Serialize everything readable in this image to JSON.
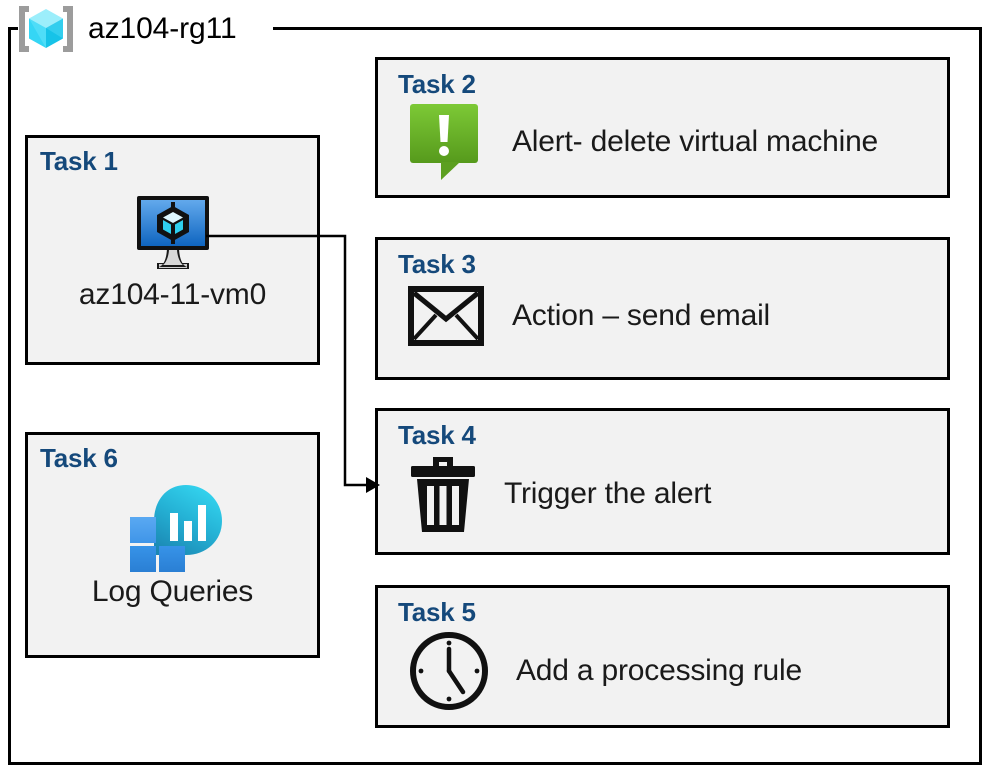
{
  "resource_group": {
    "name": "az104-rg11",
    "icon": "resource-group-cube-icon"
  },
  "colors": {
    "task_label": "#15497b",
    "box_fill": "#f2f2f2",
    "box_border": "#000000",
    "alert_green_light": "#76c62e",
    "alert_green_dark": "#5a9e1e",
    "vm_blue_light": "#4a9ee8",
    "vm_blue_dark": "#1268c3",
    "log_blue": "#2a8ae0",
    "log_blue_light": "#4fa3ef",
    "log_cyan": "#2ccce4",
    "log_teal": "#1b8bb5",
    "rg_cube_cyan": "#35d6f5",
    "rg_bracket_gray": "#9c9c9c",
    "page_background": "#ffffff"
  },
  "tasks": [
    {
      "id": "task1",
      "label": "Task 1",
      "text": "az104-11-vm0",
      "icon": "virtual-machine-icon",
      "layout": "left-column"
    },
    {
      "id": "task2",
      "label": "Task 2",
      "text": "Alert- delete virtual machine",
      "icon": "alert-exclamation-bubble-icon",
      "layout": "right-column"
    },
    {
      "id": "task3",
      "label": "Task 3",
      "text": "Action – send email",
      "icon": "envelope-icon",
      "layout": "right-column"
    },
    {
      "id": "task4",
      "label": "Task 4",
      "text": "Trigger the alert",
      "icon": "trash-can-icon",
      "layout": "right-column"
    },
    {
      "id": "task5",
      "label": "Task 5",
      "text": "Add a processing rule",
      "icon": "clock-icon",
      "layout": "right-column"
    },
    {
      "id": "task6",
      "label": "Task 6",
      "text": "Log Queries",
      "icon": "log-analytics-icon",
      "layout": "left-column"
    }
  ],
  "connector": {
    "from": "task1-virtual-machine-icon",
    "to": "task4",
    "arrow": "arrowhead-right"
  }
}
